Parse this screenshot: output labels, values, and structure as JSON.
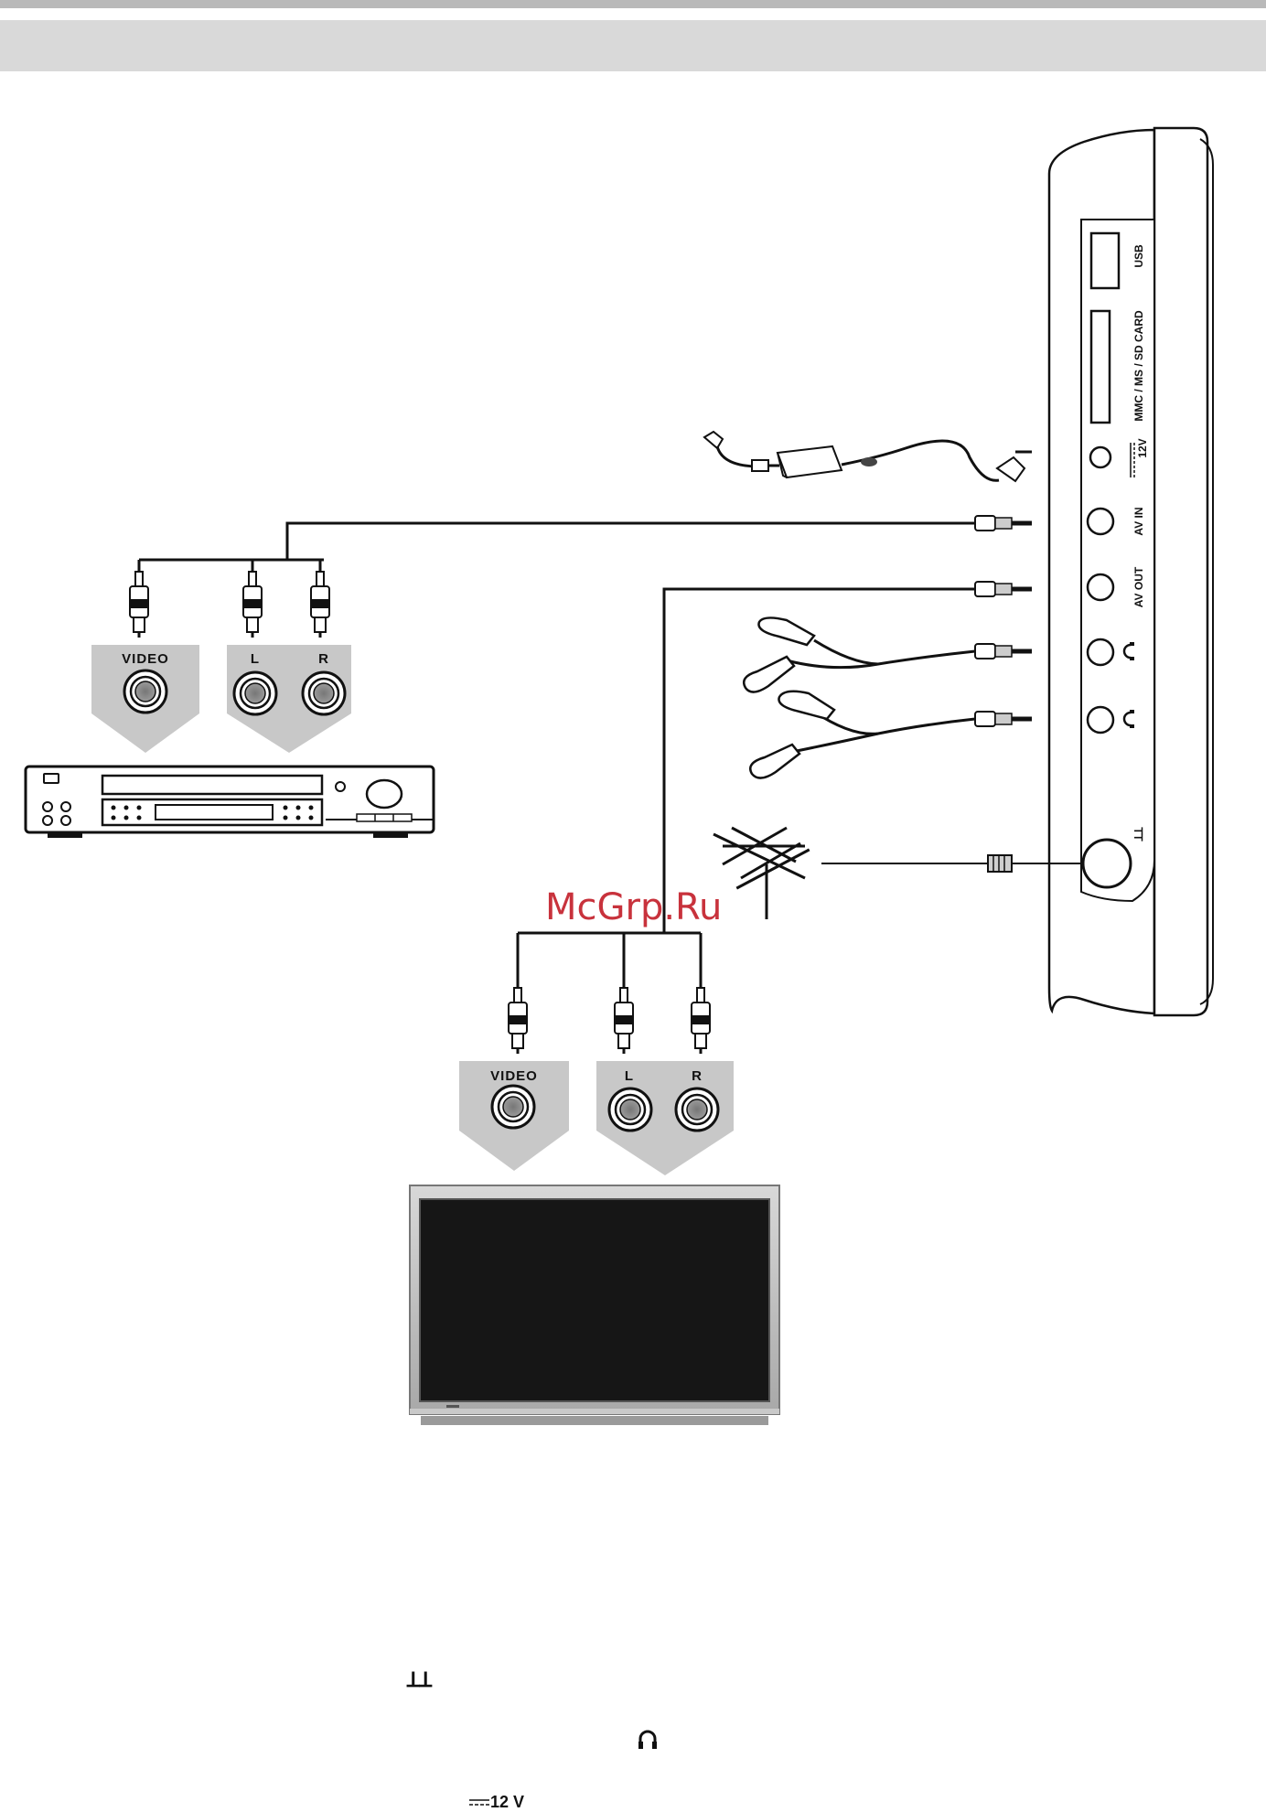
{
  "ports": {
    "usb": "USB",
    "card": "MMC / MS / SD CARD",
    "dc": "12V",
    "av_in": "AV IN",
    "av_out": "AV OUT",
    "antenna_symbol": "ꓕꓕ"
  },
  "vcr_sockets": {
    "video": "VIDEO",
    "left": "L",
    "right": "R"
  },
  "tv_sockets": {
    "video": "VIDEO",
    "left": "L",
    "right": "R"
  },
  "watermark": "McGrp.Ru",
  "footer": {
    "antenna_symbol": "ꓕꓕ",
    "dc_label": "12 V"
  }
}
